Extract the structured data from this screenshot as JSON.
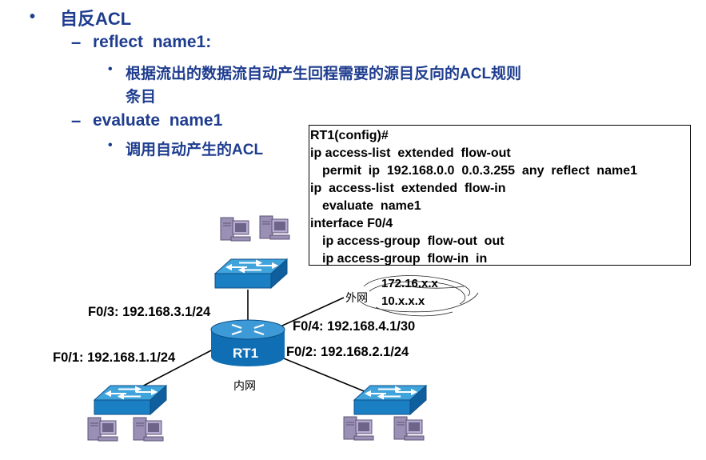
{
  "bullets": {
    "level1_marker": "•",
    "title": "自反ACL",
    "reflect_marker": "–",
    "reflect": "reflect  name1:",
    "reflect_desc_marker": "•",
    "reflect_desc_line1": "根据流出的数据流自动产生回程需要的源目反向的ACL规则",
    "reflect_desc_line2": "条目",
    "evaluate_marker": "–",
    "evaluate": "evaluate  name1",
    "evaluate_desc_marker": "•",
    "evaluate_desc": "调用自动产生的ACL"
  },
  "config_lines": [
    "RT1(config)#",
    "ip access-list  extended  flow-out",
    "permit  ip  192.168.0.0  0.0.3.255  any  reflect  name1",
    "ip  access-list  extended  flow-in",
    "evaluate  name1",
    "interface F0/4",
    "ip access-group  flow-out  out",
    "ip access-group  flow-in  in"
  ],
  "diagram": {
    "router_label": "RT1",
    "f03": "F0/3: 192.168.3.1/24",
    "f01": "F0/1: 192.168.1.1/24",
    "f04": "F0/4: 192.168.4.1/30",
    "f02": "F0/2: 192.168.2.1/24",
    "internal_label": "内网",
    "external_label": "外网",
    "external_net1": "172.16.x.x",
    "external_net2": "10.x.x.x"
  },
  "colors": {
    "text_blue": "#1f3d8f",
    "device_blue": "#1b7fc4",
    "pc_purple": "#9a8fb4"
  }
}
